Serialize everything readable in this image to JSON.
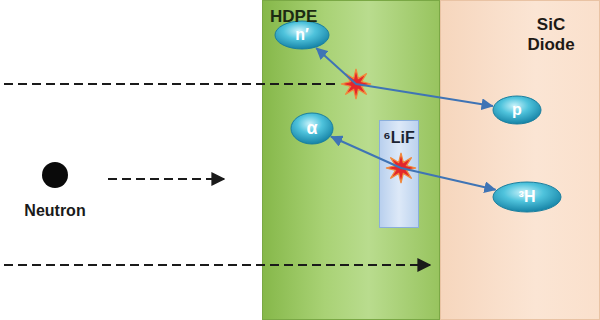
{
  "diagram": {
    "nodes": [
      {
        "text": [
          "HDPE"
        ]
      },
      {
        "text": [
          "n′"
        ],
        "in": 0
      },
      {
        "text": [
          "α"
        ],
        "in": 0
      },
      {
        "text": [
          "⁶LiF"
        ],
        "in": 0
      },
      {
        "text": [
          "SiC Diode"
        ]
      },
      {
        "text": [
          "p"
        ],
        "in": 4
      },
      {
        "text": [
          "³H"
        ],
        "in": 4
      },
      {
        "text": [
          "Neutron"
        ]
      }
    ],
    "edges": [
      {
        "from": 1,
        "to": 5,
        "arrow": "both"
      },
      {
        "from": 2,
        "to": 6,
        "arrow": "both"
      }
    ]
  }
}
